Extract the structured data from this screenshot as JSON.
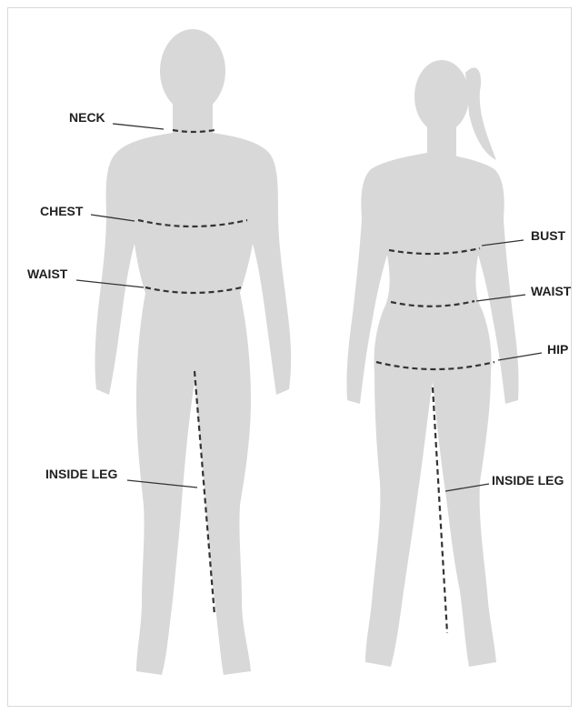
{
  "colors": {
    "silhouette": "#d8d8d8",
    "ink": "#222222",
    "frame": "#d9d9d9",
    "background": "#ffffff"
  },
  "male": {
    "labels": {
      "neck": "NECK",
      "chest": "CHEST",
      "waist": "WAIST",
      "inside_leg": "INSIDE LEG"
    }
  },
  "female": {
    "labels": {
      "bust": "BUST",
      "waist": "WAIST",
      "hip": "HIP",
      "inside_leg": "INSIDE LEG"
    }
  }
}
